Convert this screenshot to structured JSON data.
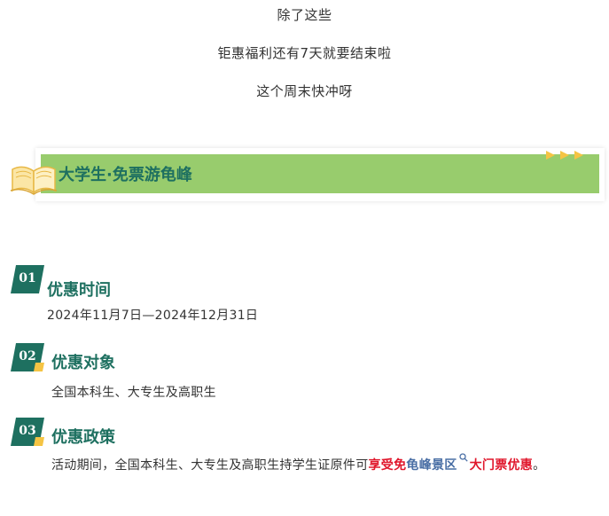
{
  "intro": {
    "line1": "除了这些",
    "line2": "钜惠福利还有7天就要结束啦",
    "line3": "这个周末快冲呀"
  },
  "banner": {
    "title": "大学生·免票游龟峰",
    "colors": {
      "bar": "#98cc6d",
      "title": "#1e7060",
      "arrows": "#f5c444"
    }
  },
  "sections": [
    {
      "num": "01",
      "title": "优惠时间",
      "body": "2024年11月7日—2024年12月31日"
    },
    {
      "num": "02",
      "title": "优惠对象",
      "body": "全国本科生、大专生及高职生"
    },
    {
      "num": "03",
      "title": "优惠政策",
      "body_parts": {
        "plain": "活动期间，全国本科生、大专生及高职生持学生证原件可",
        "red1": "享受免",
        "link": "龟峰景区",
        "red2": "大门票优惠",
        "end": "。"
      }
    }
  ],
  "colors": {
    "accent_green": "#1e7060",
    "badge_yellow": "#f5c444",
    "highlight_red": "#e0162b",
    "link_blue": "#4a6fa5"
  },
  "icons": [
    "book-icon",
    "arrow-icon",
    "search-icon"
  ]
}
